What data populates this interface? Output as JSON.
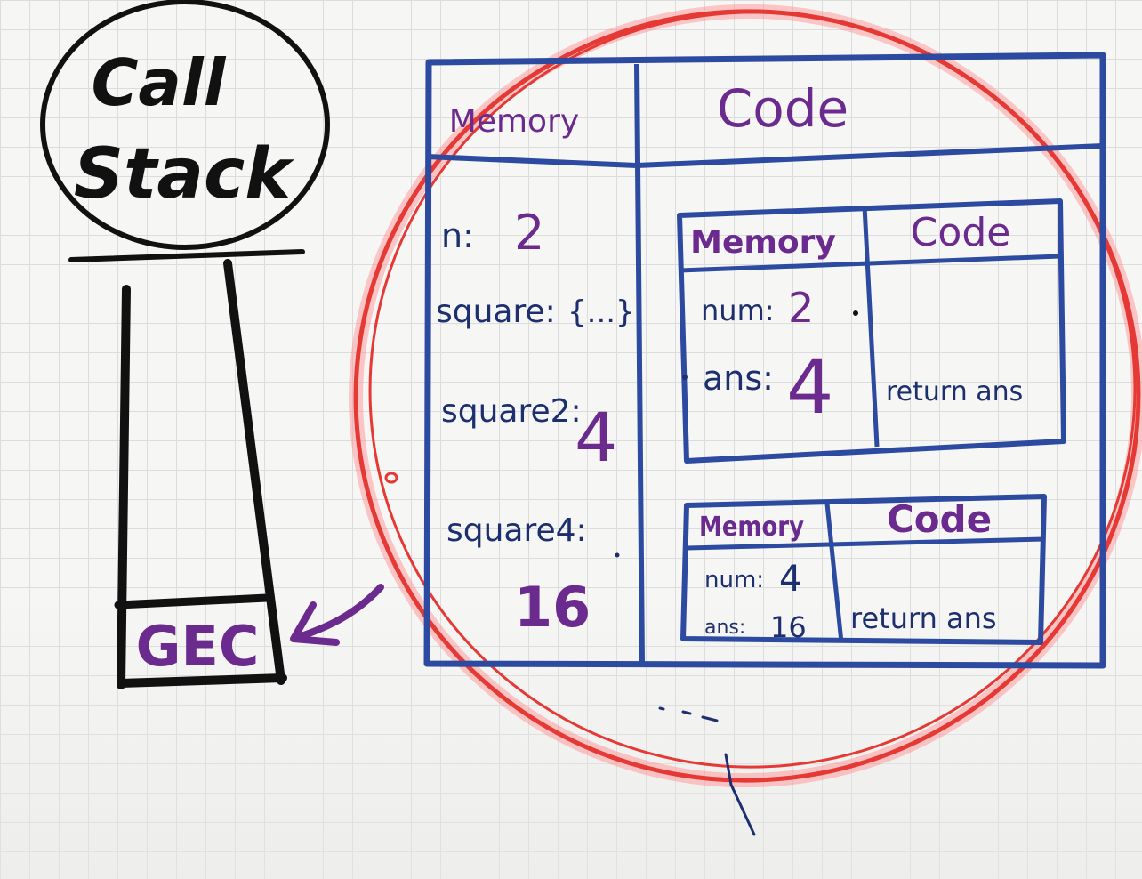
{
  "call_stack": {
    "title_line1": "Call",
    "title_line2": "Stack",
    "frame_label": "GEC"
  },
  "global_context": {
    "memory_header": "Memory",
    "code_header": "Code",
    "memory_entries": [
      {
        "key": "n:",
        "value": "2"
      },
      {
        "key": "square:",
        "value": "{...}"
      },
      {
        "key": "square2:",
        "value": "4"
      },
      {
        "key": "square4:",
        "value": "16"
      }
    ]
  },
  "inner_context_1": {
    "memory_header": "Memory",
    "code_header": "Code",
    "num_key": "num:",
    "num_value": "2",
    "ans_key": "ans:",
    "ans_value": "4",
    "code_text": "return ans"
  },
  "inner_context_2": {
    "memory_header": "Memory",
    "code_header": "Code",
    "num_key": "num:",
    "num_value": "4",
    "ans_key": "ans:",
    "ans_value": "16",
    "code_text": "return ans"
  },
  "colors": {
    "ink_black": "#111111",
    "ink_navy": "#1d2f6f",
    "ink_purple": "#6b2a8e",
    "highlight_red": "#e53935"
  }
}
